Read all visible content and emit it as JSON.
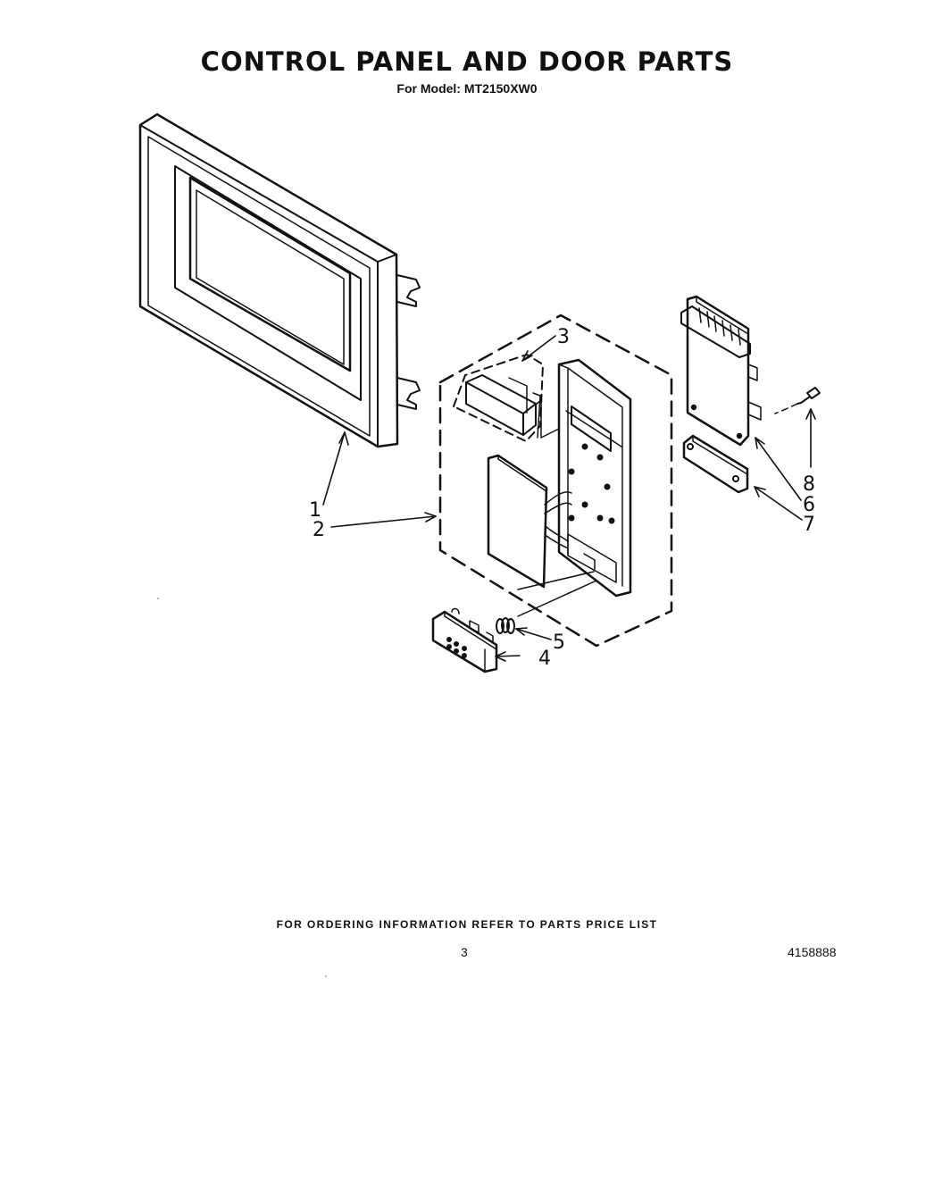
{
  "header": {
    "title": "CONTROL PANEL AND DOOR PARTS",
    "subtitle": "For Model: MT2150XW0"
  },
  "callouts": {
    "c1": "1",
    "c2": "2",
    "c3": "3",
    "c4": "4",
    "c5": "5",
    "c6": "6",
    "c7": "7",
    "c8": "8"
  },
  "footer": {
    "note": "FOR ORDERING INFORMATION REFER TO PARTS PRICE LIST",
    "page_number": "3",
    "document_number": "4158888"
  }
}
